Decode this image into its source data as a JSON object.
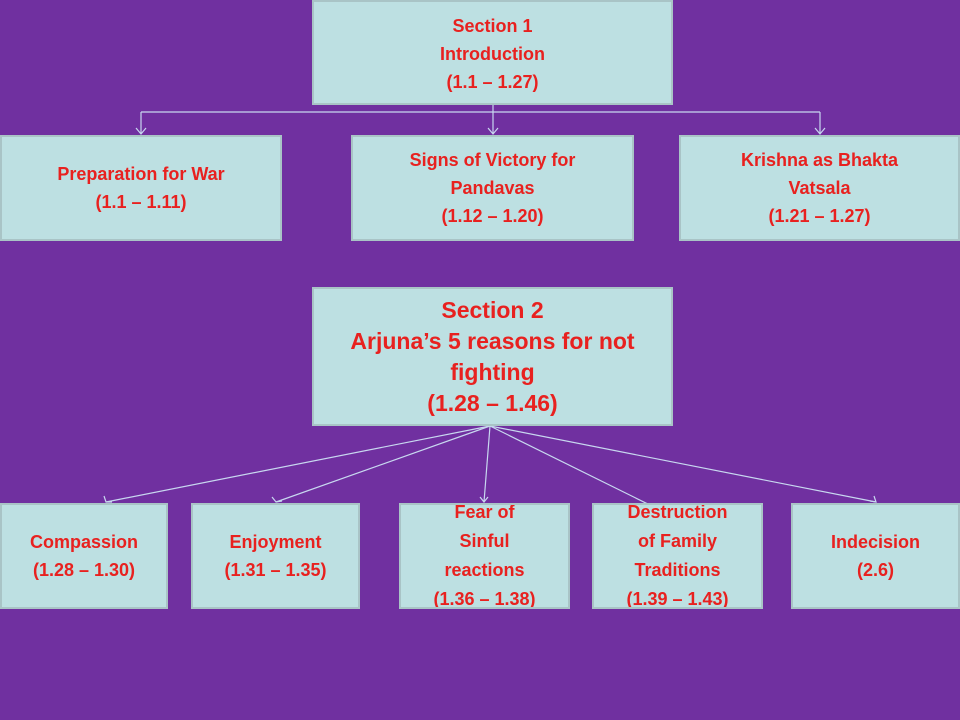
{
  "section1": {
    "lines": [
      "Section 1",
      "Introduction",
      "(1.1 – 1.27)"
    ],
    "children": [
      {
        "lines": [
          "Preparation for War",
          "(1.1 – 1.11)"
        ]
      },
      {
        "lines": [
          "Signs of Victory for",
          "Pandavas",
          "(1.12 – 1.20)"
        ]
      },
      {
        "lines": [
          "Krishna as Bhakta",
          "Vatsala",
          "(1.21 – 1.27)"
        ]
      }
    ]
  },
  "section2": {
    "lines": [
      "Section 2",
      "Arjuna’s 5 reasons for not",
      "fighting",
      "(1.28 – 1.46)"
    ],
    "children": [
      {
        "lines": [
          "Compassion",
          "(1.28 – 1.30)"
        ]
      },
      {
        "lines": [
          "Enjoyment",
          "(1.31 – 1.35)"
        ]
      },
      {
        "lines": [
          "Fear of",
          "Sinful",
          "reactions",
          "(1.36 – 1.38)"
        ]
      },
      {
        "lines": [
          "Destruction",
          "of Family",
          "Traditions",
          "(1.39 – 1.43)"
        ]
      },
      {
        "lines": [
          "Indecision",
          "(2.6)"
        ]
      }
    ]
  },
  "colors": {
    "background": "#7030a0",
    "box_fill": "#bde0e2",
    "text": "#e8211f",
    "connector": "#c8d8f0"
  }
}
